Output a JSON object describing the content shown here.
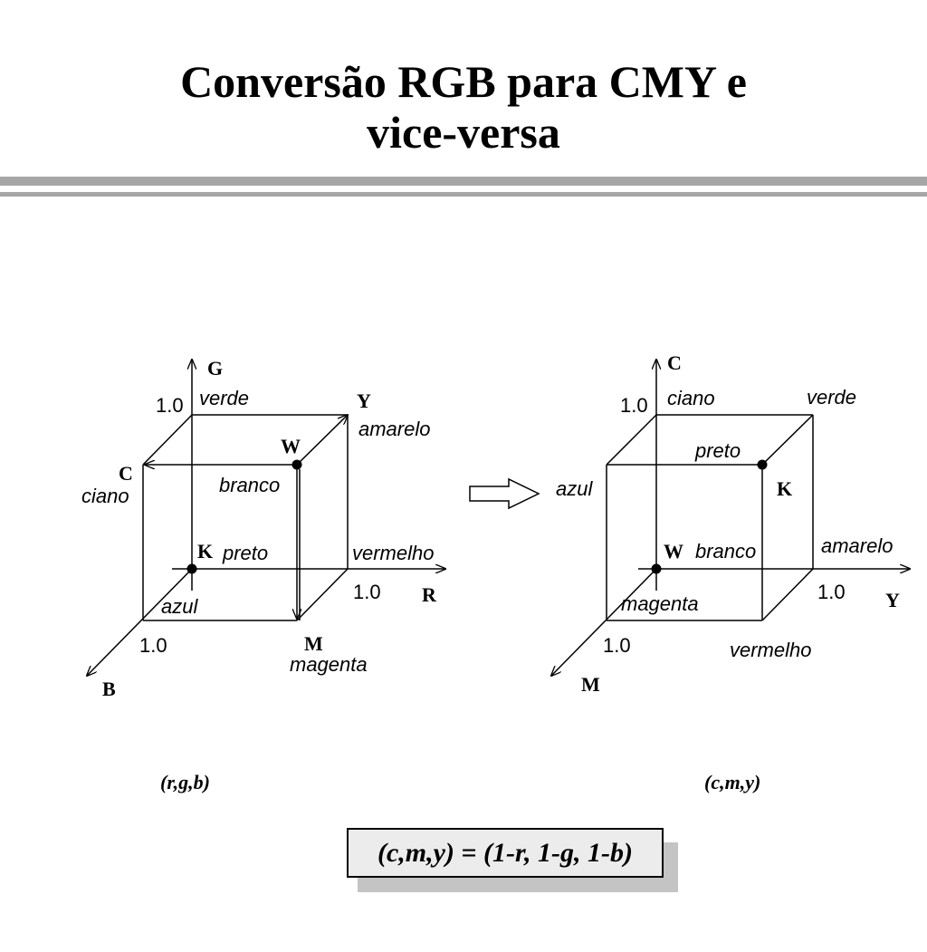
{
  "title": {
    "line1": "Conversão RGB para CMY e",
    "line2": "vice-versa"
  },
  "rgb_cube": {
    "axes": {
      "x": "R",
      "y": "G",
      "z": "B"
    },
    "ticks": {
      "x": "1.0",
      "y": "1.0",
      "z": "1.0"
    },
    "corners": {
      "origin": {
        "letter": "K",
        "name": "preto"
      },
      "y_axis": {
        "name": "verde"
      },
      "x_axis": {
        "name": "vermelho"
      },
      "z_axis": {
        "name": "azul"
      },
      "xy": {
        "letter": "Y",
        "name": "amarelo"
      },
      "yz": {
        "letter": "C",
        "name": "ciano"
      },
      "xz": {
        "letter": "M",
        "name": "magenta"
      },
      "xyz": {
        "letter": "W",
        "name": "branco"
      }
    },
    "caption": "(r,g,b)"
  },
  "cmy_cube": {
    "axes": {
      "x": "Y",
      "y": "C",
      "z": "M"
    },
    "ticks": {
      "x": "1.0",
      "y": "1.0",
      "z": "1.0"
    },
    "corners": {
      "origin": {
        "letter": "W",
        "name": "branco"
      },
      "y_axis": {
        "name": "ciano"
      },
      "x_axis": {
        "name": "amarelo"
      },
      "z_axis": {
        "name": "magenta"
      },
      "xy": {
        "name": "verde"
      },
      "yz": {
        "name": "azul"
      },
      "xz": {
        "name": "vermelho"
      },
      "xyz": {
        "letter": "K",
        "name": "preto"
      }
    },
    "caption": "(c,m,y)"
  },
  "formula": "(c,m,y) = (1-r, 1-g, 1-b)"
}
